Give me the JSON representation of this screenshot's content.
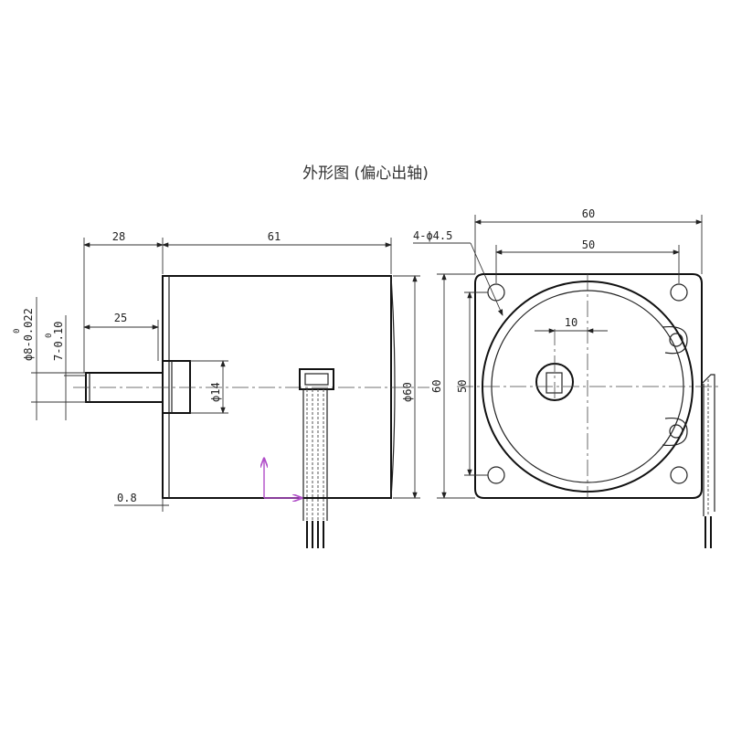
{
  "title": "外形图 (偏心出轴)",
  "side_view": {
    "dim_shaft_total": "28",
    "dim_body_length": "61",
    "dim_shaft_length": "25",
    "dim_shaft_diameter": "ϕ8-0.022",
    "dim_shaft_diameter_upper": "0",
    "dim_flat": "7-0.10",
    "dim_flat_upper": "0",
    "dim_boss_diameter": "ϕ14",
    "dim_body_diameter": "ϕ60",
    "dim_flange_thickness": "0.8"
  },
  "front_view": {
    "dim_width": "60",
    "dim_hole_spacing_h": "50",
    "dim_height": "60",
    "dim_hole_spacing_v": "50",
    "dim_holes": "4-ϕ4.5",
    "dim_offset": "10"
  },
  "colors": {
    "annotation_arrow": "#b04cc8"
  }
}
